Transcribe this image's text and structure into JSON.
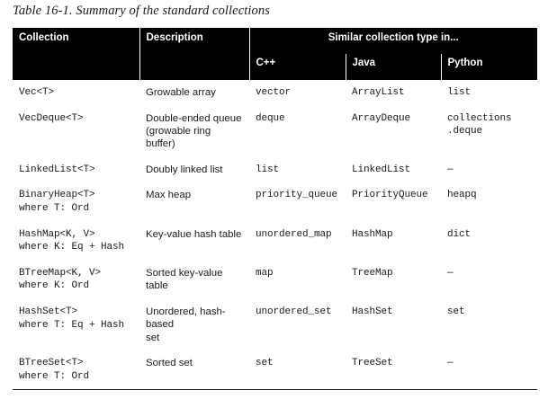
{
  "caption": "Table 16-1. Summary of the standard collections",
  "table": {
    "header": {
      "collection": "Collection",
      "description": "Description",
      "group": "Similar collection type in...",
      "cpp": "C++",
      "java": "Java",
      "python": "Python"
    },
    "rows": [
      {
        "collection": "Vec<T>",
        "description": "Growable array",
        "cpp": "vector",
        "java": "ArrayList",
        "python": "list"
      },
      {
        "collection": "VecDeque<T>",
        "description": "Double-ended queue\n(growable ring buffer)",
        "cpp": "deque",
        "java": "ArrayDeque",
        "python": "collections\n.deque"
      },
      {
        "collection": "LinkedList<T>",
        "description": "Doubly linked list",
        "cpp": "list",
        "java": "LinkedList",
        "python": "—"
      },
      {
        "collection": "BinaryHeap<T>\nwhere T: Ord",
        "description": "Max heap",
        "cpp": "priority_queue",
        "java": "PriorityQueue",
        "python": "heapq"
      },
      {
        "collection": "HashMap<K, V>\nwhere K: Eq + Hash",
        "description": "Key-value hash table",
        "cpp": "unordered_map",
        "java": "HashMap",
        "python": "dict"
      },
      {
        "collection": "BTreeMap<K, V>\nwhere K: Ord",
        "description": "Sorted key-value table",
        "cpp": "map",
        "java": "TreeMap",
        "python": "—"
      },
      {
        "collection": "HashSet<T>\nwhere T: Eq + Hash",
        "description": "Unordered, hash-based\nset",
        "cpp": "unordered_set",
        "java": "HashSet",
        "python": "set"
      },
      {
        "collection": "BTreeSet<T>\nwhere T: Ord",
        "description": "Sorted set",
        "cpp": "set",
        "java": "TreeSet",
        "python": "—"
      }
    ]
  },
  "colors": {
    "header_background": "#000000",
    "header_text": "#ffffff",
    "body_text": "#1a1a1a",
    "page_background": "#ffffff",
    "rule": "#1a1a1a"
  }
}
